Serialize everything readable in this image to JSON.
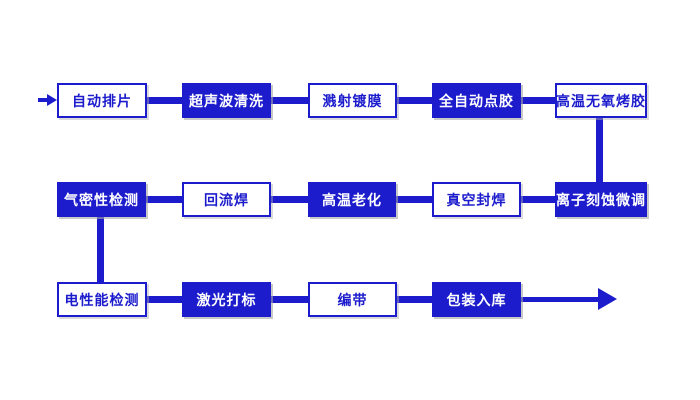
{
  "colors": {
    "accent_blue": "#1c1ccd",
    "background": "#ffffff",
    "filled_box_text": "#ffffff",
    "outline_box_text": "#1c1ccd"
  },
  "flowchart": {
    "steps": [
      {
        "label": "自动排片",
        "variant": "outline",
        "row": 1
      },
      {
        "label": "超声波清洗",
        "variant": "filled",
        "row": 1
      },
      {
        "label": "溅射镀膜",
        "variant": "outline",
        "row": 1
      },
      {
        "label": "全自动点胶",
        "variant": "filled",
        "row": 1
      },
      {
        "label": "高温无氧烤胶",
        "variant": "outline",
        "row": 1
      },
      {
        "label": "气密性检测",
        "variant": "filled",
        "row": 2
      },
      {
        "label": "回流焊",
        "variant": "outline",
        "row": 2
      },
      {
        "label": "高温老化",
        "variant": "filled",
        "row": 2
      },
      {
        "label": "真空封焊",
        "variant": "outline",
        "row": 2
      },
      {
        "label": "离子刻蚀微调",
        "variant": "filled",
        "row": 2
      },
      {
        "label": "电性能检测",
        "variant": "outline",
        "row": 3
      },
      {
        "label": "激光打标",
        "variant": "filled",
        "row": 3
      },
      {
        "label": "编带",
        "variant": "outline",
        "row": 3
      },
      {
        "label": "包装入库",
        "variant": "filled",
        "row": 3
      }
    ]
  }
}
